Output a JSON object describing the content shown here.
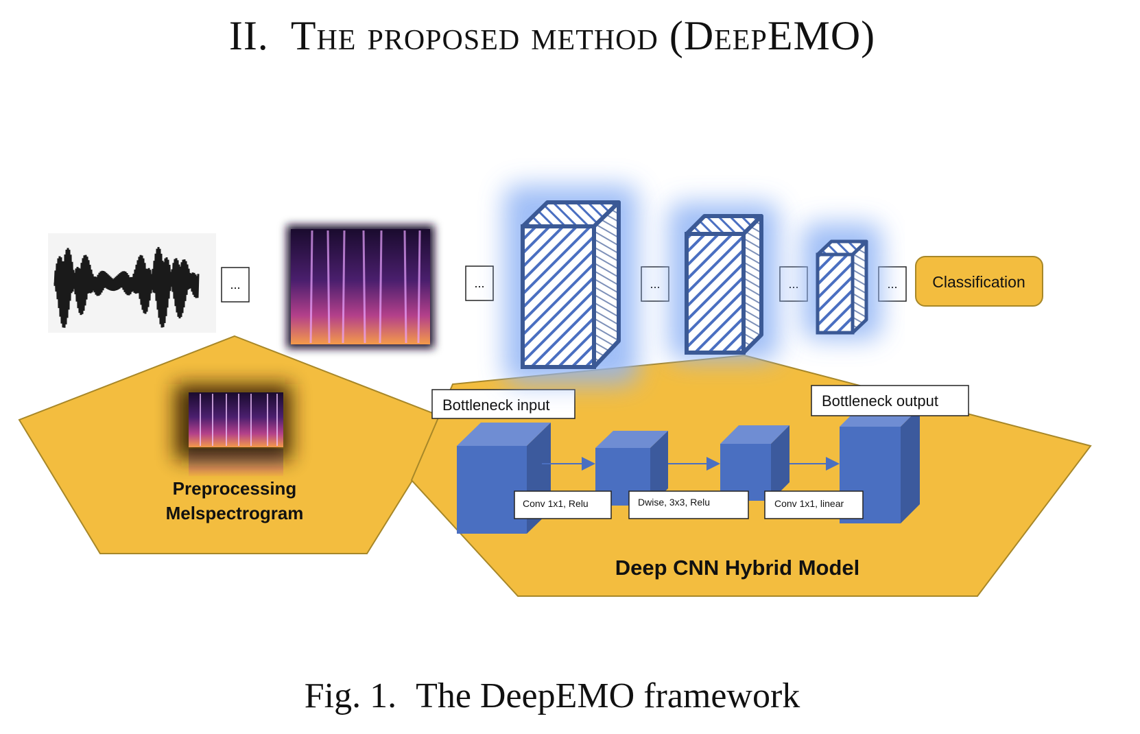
{
  "section": {
    "number": "II.",
    "title_prefix": "T",
    "title_smallcaps": "he proposed method",
    "paren_open": "(D",
    "paren_smallcaps": "eep",
    "paren_rest": "EMO)"
  },
  "diagram": {
    "ellipsis": "...",
    "classification_label": "Classification",
    "preprocessing_label_line1": "Preprocessing",
    "preprocessing_label_line2": "Melspectrogram",
    "bottleneck_input_label": "Bottleneck input",
    "bottleneck_output_label": "Bottleneck output",
    "layer1_label": "Conv 1x1, Relu",
    "layer2_label": "Dwise, 3x3, Relu",
    "layer3_label": "Conv 1x1, linear",
    "model_label": "Deep CNN Hybrid Model",
    "colors": {
      "gold": "#f3bd3f",
      "gold_edge": "#a78728",
      "blue": "#4a6fc1",
      "blue_dark": "#3a5898",
      "cube_edge": "#3b5995",
      "glow": "#8fb3f5"
    }
  },
  "figure": {
    "caption_label": "Fig. 1.",
    "caption_text": "The DeepEMO framework"
  }
}
